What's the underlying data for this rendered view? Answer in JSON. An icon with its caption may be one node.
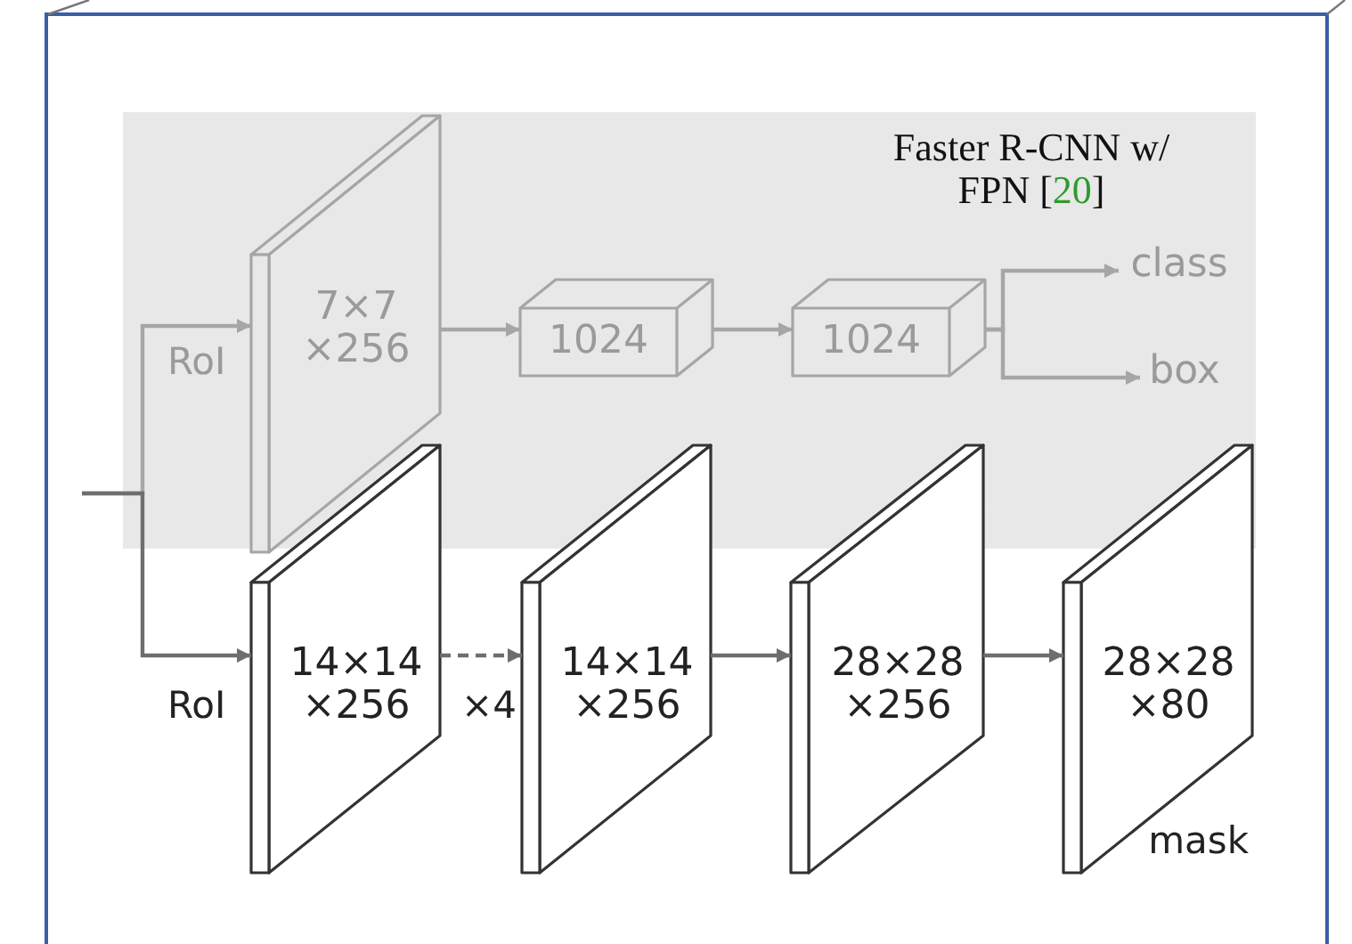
{
  "diagram": {
    "nodes": [
      {
        "text": [
          "Faster R-CNN w/ FPN [20]"
        ]
      },
      {
        "text": [
          "7×7 ×256"
        ],
        "in": 0
      },
      {
        "text": [
          "1024"
        ],
        "in": 0
      },
      {
        "text": [
          "1024"
        ],
        "in": 0
      },
      {
        "text": [
          "class"
        ],
        "in": 0
      },
      {
        "text": [
          "box"
        ],
        "in": 0
      },
      {
        "text": [
          "14×14 ×256"
        ]
      },
      {
        "text": [
          "14×14 ×256"
        ]
      },
      {
        "text": [
          "28×28 ×256"
        ]
      },
      {
        "text": [
          "28×28 ×80",
          "mask"
        ]
      }
    ],
    "edges": [
      {
        "from": null,
        "to": 1,
        "arrow": "to",
        "label": "RoI"
      },
      {
        "from": null,
        "to": 6,
        "arrow": "to",
        "label": "RoI",
        "color": "#6e6e6e"
      },
      {
        "from": 1,
        "to": 2,
        "arrow": "to"
      },
      {
        "from": 2,
        "to": 3,
        "arrow": "to"
      },
      {
        "from": 3,
        "to": 4,
        "arrow": "to"
      },
      {
        "from": 3,
        "to": 5,
        "arrow": "to"
      },
      {
        "from": 6,
        "to": 7,
        "arrow": "to",
        "label": "×4",
        "style": "dashed",
        "color": "#6e6e6e"
      },
      {
        "from": 7,
        "to": 8,
        "arrow": "to",
        "color": "#6e6e6e"
      },
      {
        "from": 8,
        "to": 9,
        "arrow": "to",
        "color": "#6e6e6e"
      }
    ]
  }
}
